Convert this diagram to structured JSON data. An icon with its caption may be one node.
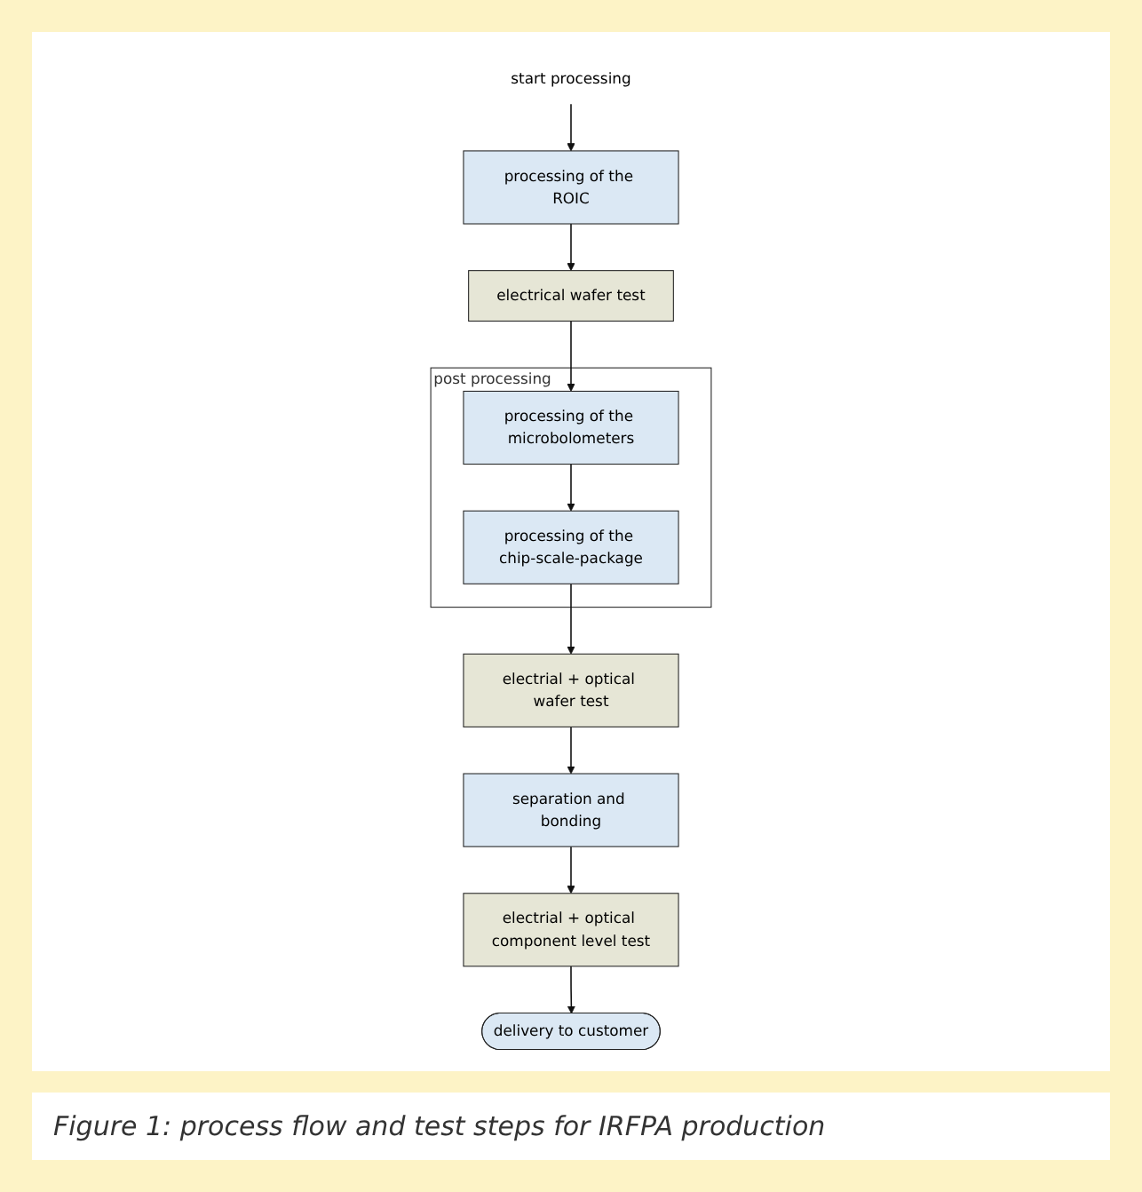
{
  "diagram": {
    "caption": "Figure 1: process flow and test steps for IRFPA production",
    "nodes": [
      {
        "text": [
          "start processing"
        ]
      },
      {
        "text": [
          "processing of the ROIC"
        ]
      },
      {
        "text": [
          "electrical wafer test"
        ]
      },
      {
        "text": [
          "post processing"
        ]
      },
      {
        "text": [
          "processing of the microbolometers"
        ],
        "in": 3
      },
      {
        "text": [
          "processing of the chip-scale-package"
        ],
        "in": 3
      },
      {
        "text": [
          "electrial + optical wafer test"
        ]
      },
      {
        "text": [
          "separation and bonding"
        ]
      },
      {
        "text": [
          "electrial + optical component level test"
        ]
      },
      {
        "text": [
          "delivery to customer"
        ]
      }
    ],
    "edges": [
      {
        "from": 0,
        "to": 1,
        "arrow": "to"
      },
      {
        "from": 1,
        "to": 2,
        "arrow": "to"
      },
      {
        "from": 2,
        "to": 4,
        "arrow": "to"
      },
      {
        "from": 4,
        "to": 5,
        "arrow": "to"
      },
      {
        "from": 5,
        "to": 6,
        "arrow": "to"
      },
      {
        "from": 6,
        "to": 7,
        "arrow": "to"
      },
      {
        "from": 7,
        "to": 8,
        "arrow": "to"
      },
      {
        "from": 8,
        "to": 9,
        "arrow": "to"
      }
    ]
  }
}
